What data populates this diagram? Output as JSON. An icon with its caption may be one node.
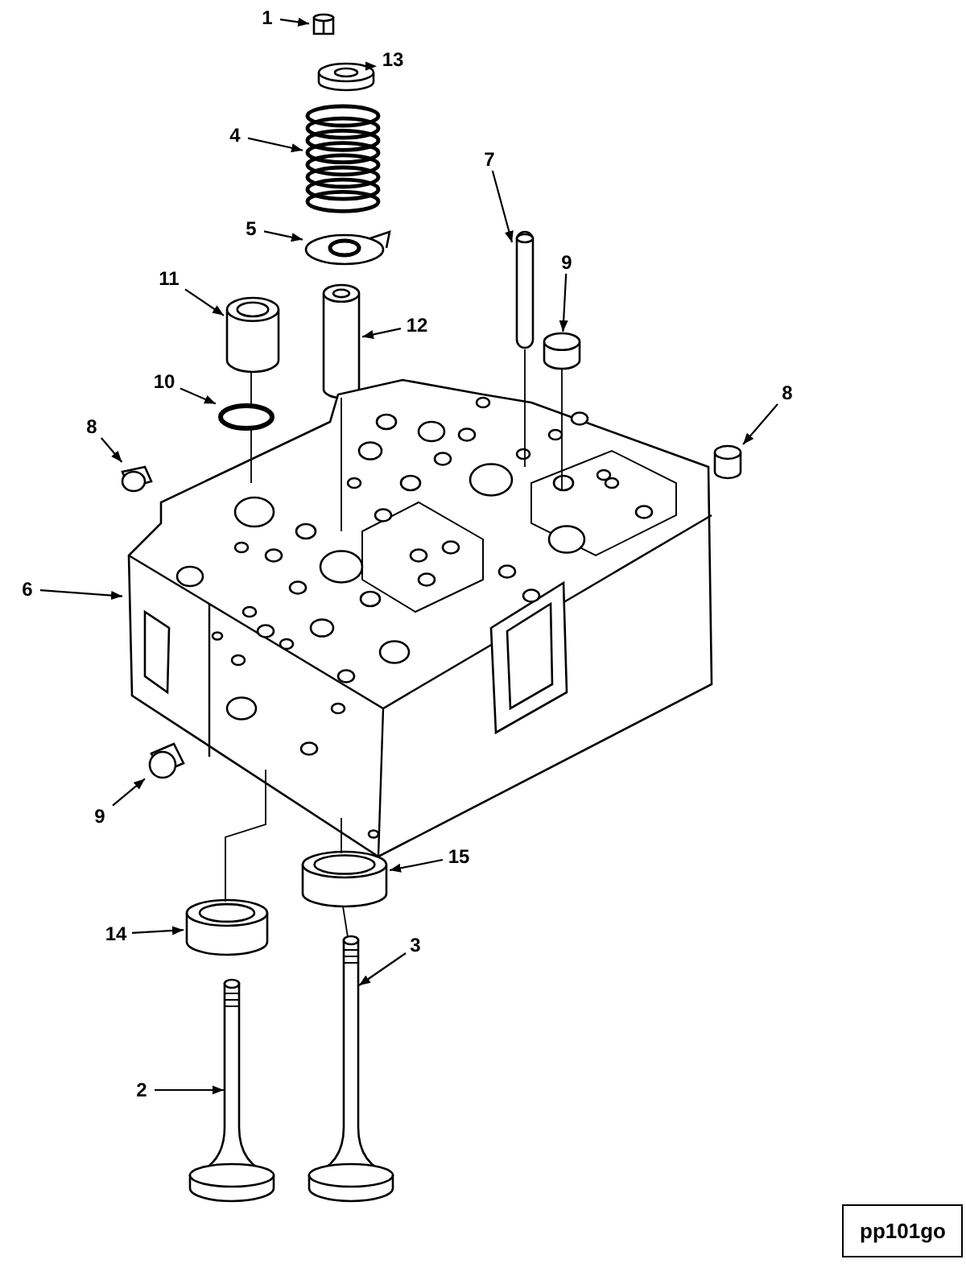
{
  "diagram": {
    "nodes": [
      {
        "text": [
          "1"
        ]
      },
      {
        "text": [],
        "shape": "picture"
      },
      {
        "text": [
          "13"
        ]
      },
      {
        "text": [],
        "shape": "picture"
      },
      {
        "text": [
          "4"
        ]
      },
      {
        "text": [],
        "shape": "picture"
      },
      {
        "text": [
          "5"
        ]
      },
      {
        "text": [],
        "shape": "picture"
      },
      {
        "text": [
          "11"
        ]
      },
      {
        "text": [],
        "shape": "cylinder"
      },
      {
        "text": [
          "7"
        ]
      },
      {
        "text": [],
        "shape": "picture"
      },
      {
        "text": [
          "9"
        ]
      },
      {
        "text": [],
        "shape": "cylinder"
      },
      {
        "text": [
          "12"
        ]
      },
      {
        "text": [],
        "shape": "cylinder"
      },
      {
        "text": [
          "10"
        ]
      },
      {
        "text": [],
        "shape": "picture"
      },
      {
        "text": [
          "8"
        ]
      },
      {
        "text": [],
        "shape": "picture"
      },
      {
        "text": [
          "8"
        ]
      },
      {
        "text": [],
        "shape": "cylinder"
      },
      {
        "text": [
          "6"
        ]
      },
      {
        "text": [],
        "shape": "picture"
      },
      {
        "text": [
          "9"
        ]
      },
      {
        "text": [],
        "shape": "picture"
      },
      {
        "text": [
          "15"
        ]
      },
      {
        "text": [],
        "shape": "cylinder"
      },
      {
        "text": [
          "14"
        ]
      },
      {
        "text": [],
        "shape": "cylinder"
      },
      {
        "text": [
          "3"
        ]
      },
      {
        "text": [],
        "shape": "picture"
      },
      {
        "text": [
          "2"
        ]
      },
      {
        "text": [],
        "shape": "picture"
      }
    ],
    "edges": [
      {
        "from": 0,
        "to": 1,
        "arrow": "to"
      },
      {
        "from": 2,
        "to": 3,
        "arrow": "to"
      },
      {
        "from": 4,
        "to": 5,
        "arrow": "to"
      },
      {
        "from": 6,
        "to": 7,
        "arrow": "to"
      },
      {
        "from": 8,
        "to": 9,
        "arrow": "to"
      },
      {
        "from": 10,
        "to": 11,
        "arrow": "to"
      },
      {
        "from": 12,
        "to": 13,
        "arrow": "to"
      },
      {
        "from": 14,
        "to": 15,
        "arrow": "to"
      },
      {
        "from": 16,
        "to": 17,
        "arrow": "to"
      },
      {
        "from": 18,
        "to": 19,
        "arrow": "to"
      },
      {
        "from": 20,
        "to": 21,
        "arrow": "to"
      },
      {
        "from": 22,
        "to": 23,
        "arrow": "to"
      },
      {
        "from": 24,
        "to": 25,
        "arrow": "to"
      },
      {
        "from": 26,
        "to": 27,
        "arrow": "to"
      },
      {
        "from": 28,
        "to": 29,
        "arrow": "to"
      },
      {
        "from": 30,
        "to": 31,
        "arrow": "to"
      },
      {
        "from": 32,
        "to": 33,
        "arrow": "to"
      },
      {
        "from": 9,
        "to": 17,
        "arrow": "none"
      },
      {
        "from": 17,
        "to": 23,
        "arrow": "none"
      },
      {
        "from": 15,
        "to": 23,
        "arrow": "none"
      },
      {
        "from": 11,
        "to": 23,
        "arrow": "none"
      },
      {
        "from": 13,
        "to": 23,
        "arrow": "none"
      },
      {
        "from": 23,
        "to": 29,
        "arrow": "none"
      },
      {
        "from": 23,
        "to": 27,
        "arrow": "none"
      },
      {
        "from": 27,
        "to": 31,
        "arrow": "none"
      }
    ],
    "labels": [
      "pp101go"
    ]
  }
}
